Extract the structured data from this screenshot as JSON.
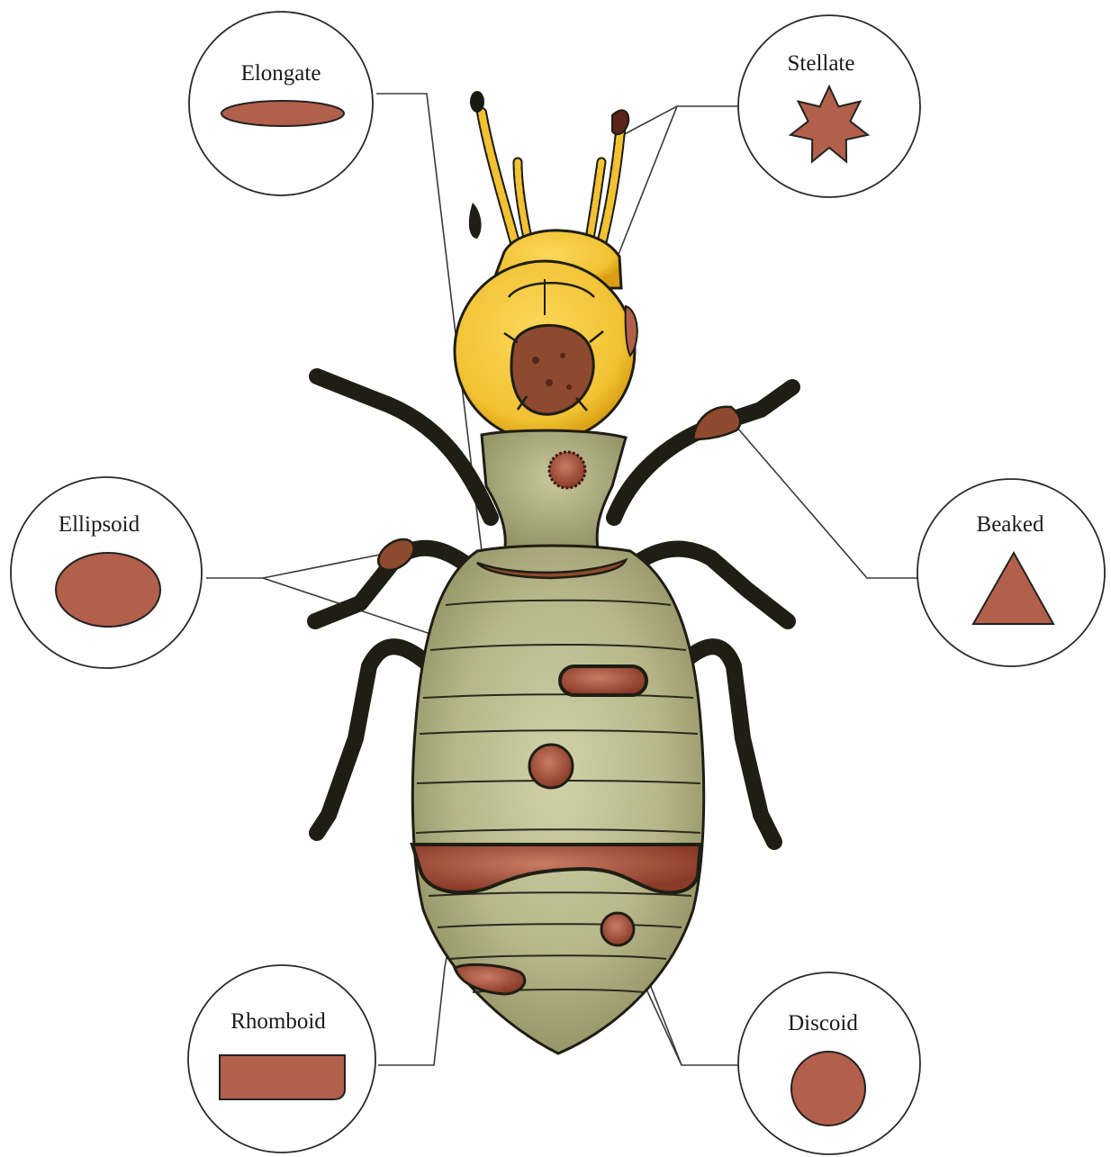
{
  "labels": {
    "elongate": "Elongate",
    "stellate": "Stellate",
    "ellipsoid": "Ellipsoid",
    "beaked": "Beaked",
    "rhomboid": "Rhomboid",
    "discoid": "Discoid"
  },
  "colors": {
    "gland_fill": "#b2604c",
    "gland_dark": "#5a2418",
    "head_yellow": "#f2c233",
    "leg_yellow": "#f0c02e",
    "abdomen_olive": "#b7b68a",
    "abdomen_shadow": "#8e8d60",
    "mandible_brown": "#8e4a2e"
  }
}
